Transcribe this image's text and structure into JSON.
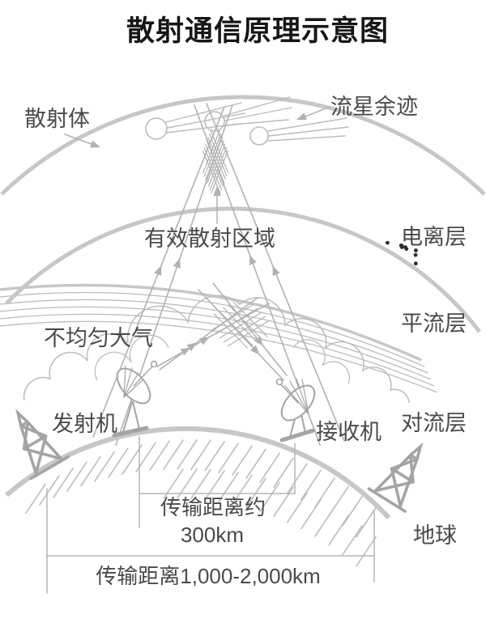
{
  "title": "散射通信原理示意图",
  "labels": {
    "scatterers": "散射体",
    "meteor_trail": "流星余迹",
    "ionosphere": "电离层",
    "effective_scatter_region": "有效散射区域",
    "stratosphere": "平流层",
    "inhomogeneous_atmosphere": "不均匀大气",
    "troposphere": "对流层",
    "transmitter": "发射机",
    "receiver": "接收机",
    "earth": "地球"
  },
  "measurements": {
    "short_range_label": "传输距离约",
    "short_range_value": "300km",
    "long_range_label": "传输距离1,000-2,000km"
  },
  "decor": {
    "ionosphere_dot_count": 175,
    "ionosphere_extra_dot_count": 9,
    "meteor_count": 3
  },
  "colors": {
    "arc": "#c7c7c7",
    "line": "#bcbcbc",
    "beam": "#b2b2b2",
    "structure": "#a4a4a4",
    "dot": "#2f2f2f",
    "text": "#4a4a4a",
    "title": "#161616",
    "bracket": "#b5b5b5"
  }
}
